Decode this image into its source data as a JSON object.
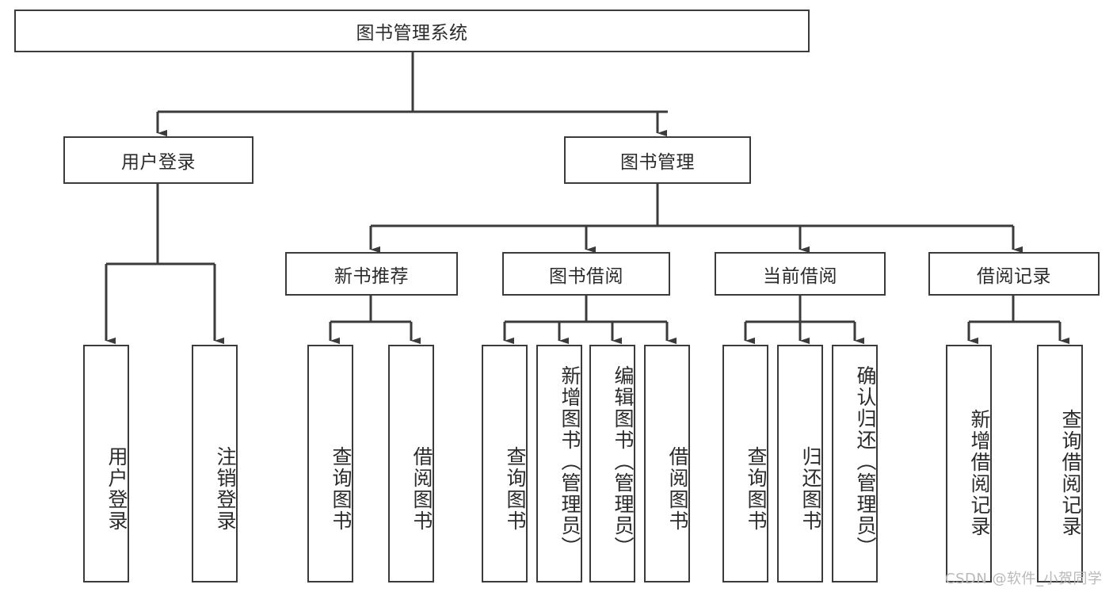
{
  "diagram": {
    "type": "tree-hierarchy-chart",
    "title": "图书管理系统",
    "root": {
      "id": "root",
      "label": "图书管理系统",
      "level": 1
    },
    "level2": [
      {
        "id": "user-login",
        "label": "用户登录",
        "level": 2
      },
      {
        "id": "book-management",
        "label": "图书管理",
        "level": 2
      }
    ],
    "level3": [
      {
        "id": "new-book-recommend",
        "label": "新书推荐",
        "level": 3,
        "parent": "book-management"
      },
      {
        "id": "book-borrow",
        "label": "图书借阅",
        "level": 3,
        "parent": "book-management"
      },
      {
        "id": "current-borrow",
        "label": "当前借阅",
        "level": 3,
        "parent": "book-management"
      },
      {
        "id": "borrow-record",
        "label": "借阅记录",
        "level": 3,
        "parent": "book-management"
      }
    ],
    "leaves": [
      {
        "id": "leaf-user-login",
        "label": "用户登录",
        "parent": "user-login"
      },
      {
        "id": "leaf-logout-login",
        "label": "注销登录",
        "parent": "user-login"
      },
      {
        "id": "leaf-query-book-1",
        "label": "查询图书",
        "parent": "new-book-recommend"
      },
      {
        "id": "leaf-borrow-book-1",
        "label": "借阅图书",
        "parent": "new-book-recommend"
      },
      {
        "id": "leaf-query-book-2",
        "label": "查询图书",
        "parent": "book-borrow"
      },
      {
        "id": "leaf-add-book-admin",
        "label": "新增图书（管理员）",
        "parent": "book-borrow"
      },
      {
        "id": "leaf-edit-book-admin",
        "label": "编辑图书（管理员）",
        "parent": "book-borrow"
      },
      {
        "id": "leaf-borrow-book-2",
        "label": "借阅图书",
        "parent": "book-borrow"
      },
      {
        "id": "leaf-query-book-3",
        "label": "查询图书",
        "parent": "current-borrow"
      },
      {
        "id": "leaf-return-book",
        "label": "归还图书",
        "parent": "current-borrow"
      },
      {
        "id": "leaf-confirm-return-admin",
        "label": "确认归还（管理员）",
        "parent": "current-borrow"
      },
      {
        "id": "leaf-add-borrow-record",
        "label": "新增借阅记录",
        "parent": "borrow-record"
      },
      {
        "id": "leaf-query-borrow-record",
        "label": "查询借阅记录",
        "parent": "borrow-record"
      }
    ]
  },
  "watermark": {
    "text": "CSDN @软件_小贺同学"
  },
  "colors": {
    "border": "#3b3b3b",
    "text": "#2b2b2b",
    "connector": "#3b3b3b",
    "background": "#ffffff",
    "watermark": "#b9b9b9"
  }
}
